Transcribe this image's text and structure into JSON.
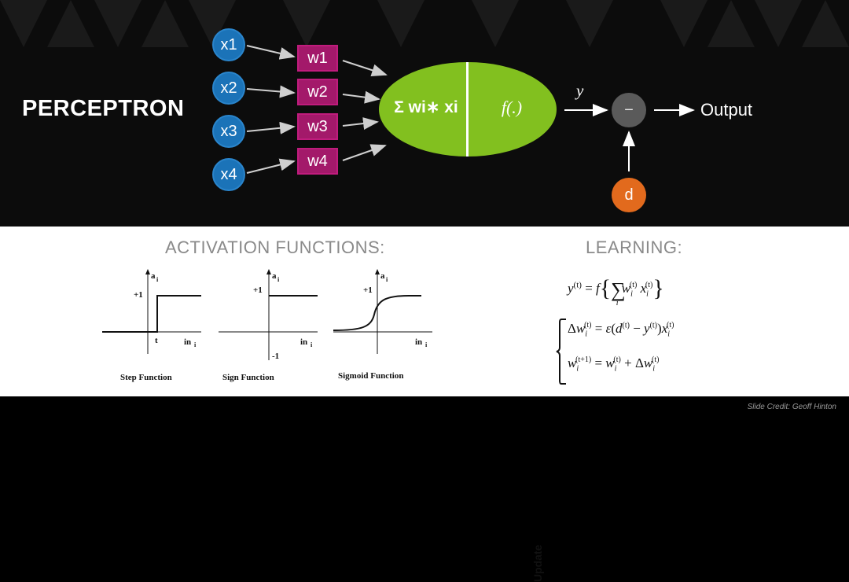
{
  "title": "PERCEPTRON",
  "inputs": [
    "x1",
    "x2",
    "x3",
    "x4"
  ],
  "weights": [
    "w1",
    "w2",
    "w3",
    "w4"
  ],
  "neuron": {
    "sum_label": "Σ wi∗ xi",
    "activation_label": "f(.)"
  },
  "output_symbol": "y",
  "compare_symbol": "−",
  "target_label": "d",
  "output_label": "Output",
  "colors": {
    "input_node": "#1b73b8",
    "weight_box": "#a3196a",
    "neuron": "#82c01f",
    "compare_node": "#5a5a5a",
    "target_node": "#e26a1d"
  },
  "activation": {
    "heading": "ACTIVATION FUNCTIONS:",
    "axis_y": "a",
    "axis_y_sub": "i",
    "axis_x": "in",
    "axis_x_sub": "i",
    "plus_one": "+1",
    "minus_one": "-1",
    "threshold": "t",
    "captions": [
      "Step Function",
      "Sign Function",
      "Sigmoid Function"
    ]
  },
  "learning": {
    "heading": "LEARNING:",
    "update_label": "Update"
  },
  "credit": "Slide Credit: Geoff Hinton"
}
